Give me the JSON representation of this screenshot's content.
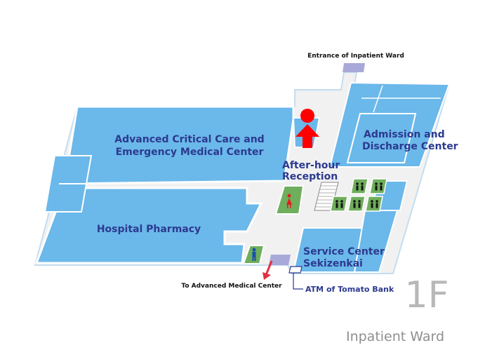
{
  "labels": {
    "entrance_inpatient": "Entrance of Inpatient Ward",
    "critical_care_line1": "Advanced Critical Care and",
    "critical_care_line2": "Emergency Medical Center",
    "pharmacy": "Hospital Pharmacy",
    "after_hour_line1": "After-hour",
    "after_hour_line2": "Reception",
    "admission_line1": "Admission and",
    "admission_line2": "Discharge Center",
    "service_line1": "Service Center",
    "service_line2": "Sekizenkai",
    "atm": "ATM of Tomato Bank",
    "to_advanced": "To Advanced Medical Center"
  },
  "floor": "1F",
  "building": "Inpatient Ward",
  "icons": [
    "current-location-icon",
    "elevator-icon",
    "womens-restroom-icon",
    "mens-restroom-icon",
    "stairs-icon",
    "direction-arrow-icon"
  ],
  "colors": {
    "room": "#6bb8ea",
    "corridor": "#f1f1f1",
    "outline": "#c4ddf0",
    "label": "#2b3a8f",
    "restroom": "#6fae5c",
    "you_are_here": "#ff0000",
    "arrow": "#e03040",
    "atm_box": "#a8a9d8",
    "floor_text": "#b8b8b8"
  }
}
